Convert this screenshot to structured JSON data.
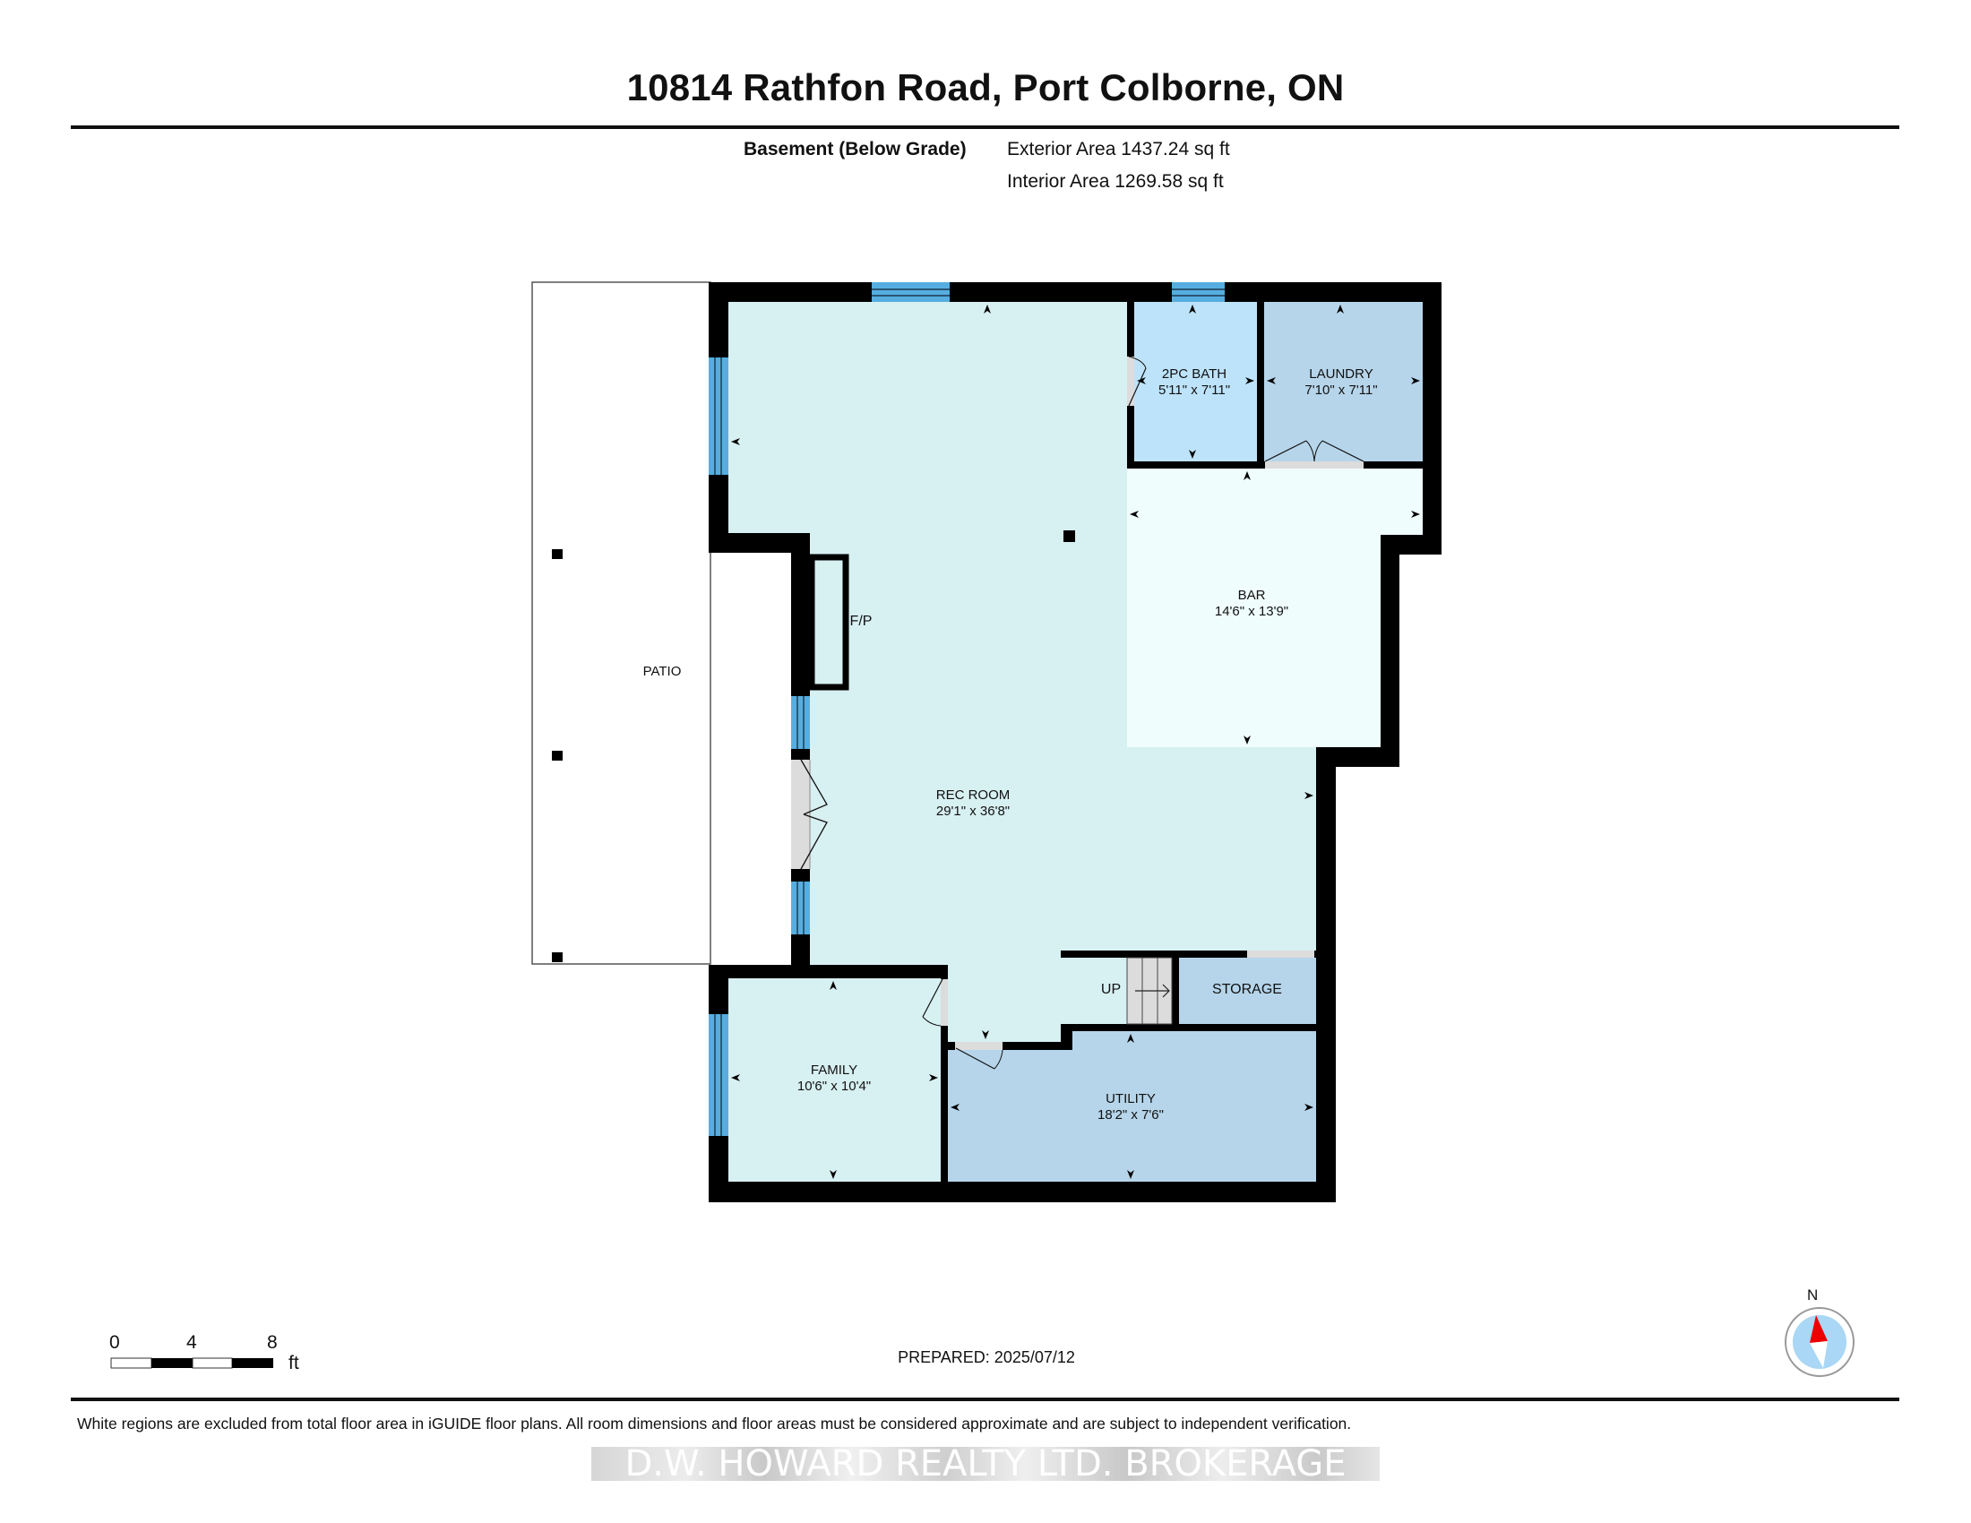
{
  "header": {
    "title": "10814 Rathfon Road, Port Colborne, ON"
  },
  "level": {
    "name": "Basement (Below Grade)",
    "exterior_area": "Exterior Area 1437.24 sq ft",
    "interior_area": "Interior Area 1269.58 sq ft"
  },
  "rooms": [
    {
      "id": "patio",
      "name": "PATIO",
      "dims": "",
      "color": "#ffffff"
    },
    {
      "id": "rec-room",
      "name": "REC ROOM",
      "dims": "29'1\" x 36'8\"",
      "color": "#d7f0f2"
    },
    {
      "id": "bath",
      "name": "2PC BATH",
      "dims": "5'11\" x 7'11\"",
      "color": "#bde3fa"
    },
    {
      "id": "laundry",
      "name": "LAUNDRY",
      "dims": "7'10\" x 7'11\"",
      "color": "#b6d5ea"
    },
    {
      "id": "bar",
      "name": "BAR",
      "dims": "14'6\" x 13'9\"",
      "color": "#effdfc"
    },
    {
      "id": "family",
      "name": "FAMILY",
      "dims": "10'6\" x 10'4\"",
      "color": "#d7f0f2"
    },
    {
      "id": "utility",
      "name": "UTILITY",
      "dims": "18'2\" x 7'6\"",
      "color": "#b6d5ea"
    },
    {
      "id": "storage",
      "name": "STORAGE",
      "dims": "",
      "color": "#b6d5ea"
    }
  ],
  "fixtures": {
    "fireplace": "F/P",
    "stairs": "UP"
  },
  "colors": {
    "wall": "#000000",
    "window": "#56aee0",
    "door": "#dcdcdc"
  },
  "scale_bar": {
    "labels": [
      "0",
      "4",
      "8"
    ],
    "unit": "ft"
  },
  "compass": {
    "label": "N"
  },
  "footer": {
    "prepared": "PREPARED: 2025/07/12",
    "disclaimer": "White regions are excluded from total floor area in iGUIDE floor plans. All room dimensions and floor areas must be considered approximate and are subject to independent verification.",
    "watermark": "D.W. HOWARD REALTY LTD. BROKERAGE"
  }
}
